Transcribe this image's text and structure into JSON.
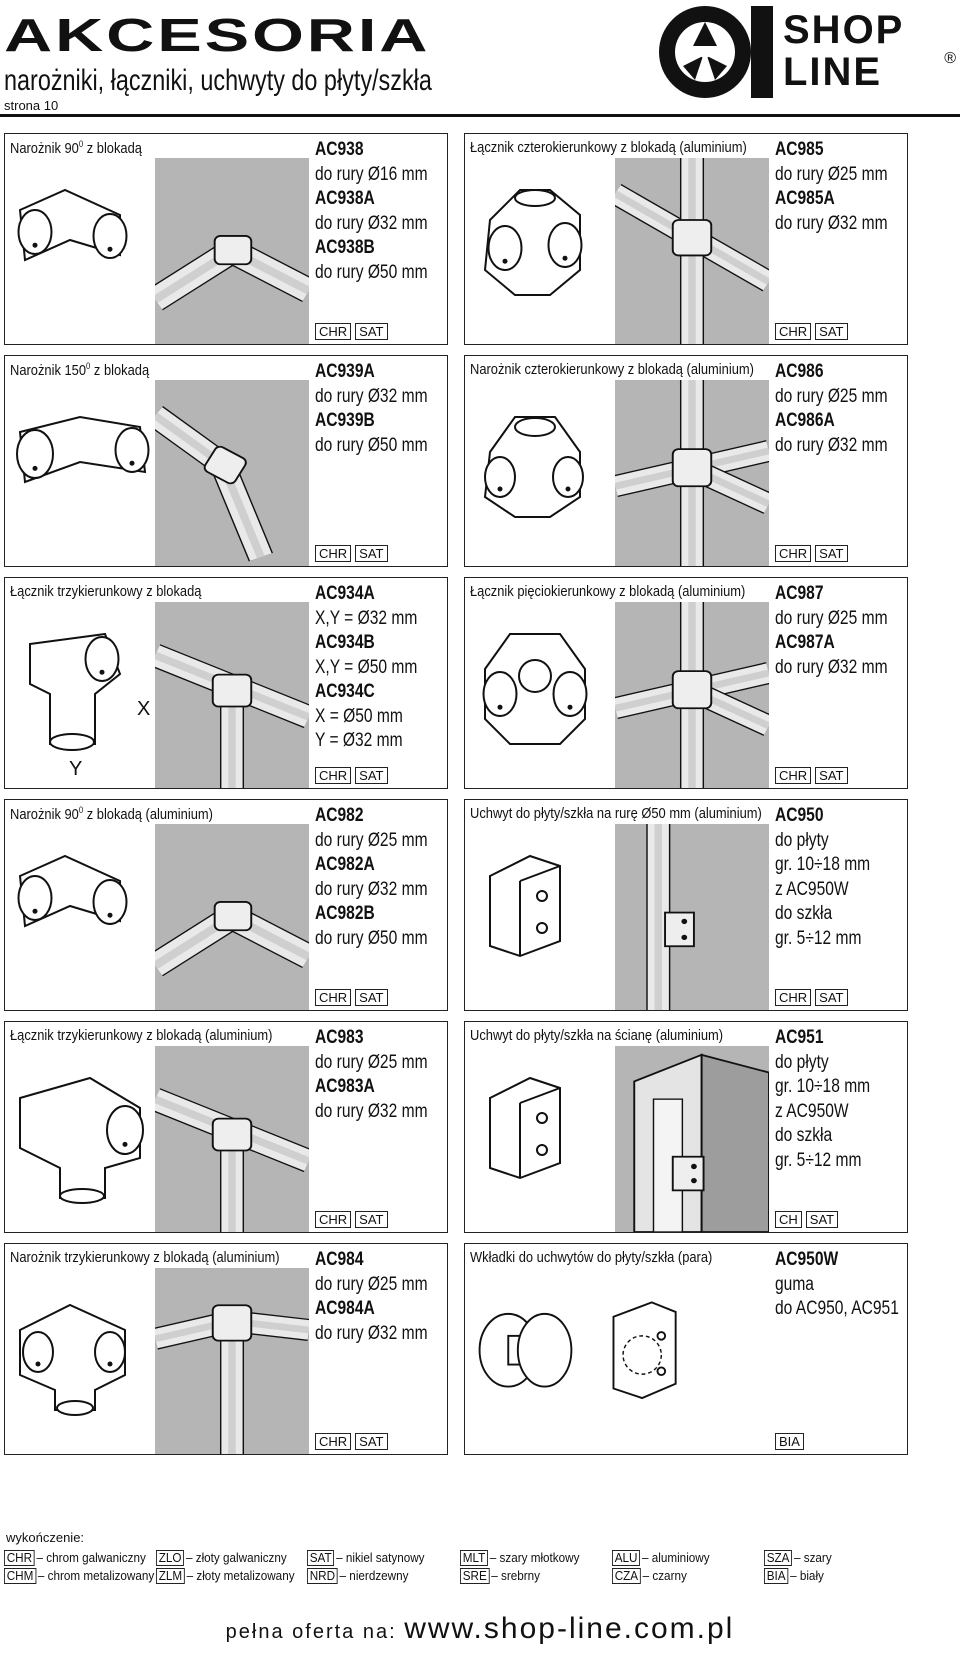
{
  "header": {
    "title": "AKCESORIA",
    "subtitle": "narożniki, łączniki, uchwyty do płyty/szkła",
    "page": "strona 10",
    "logo_top": "SHOP",
    "logo_bottom": "LINE",
    "logo_reg": "®"
  },
  "panels": [
    {
      "title": "Narożnik 90",
      "sup": "0",
      "title_rest": " z blokadą",
      "codes": [
        "AC938",
        "do rury Ø16 mm",
        "AC938A",
        "do rury Ø32 mm",
        "AC938B",
        "do rury Ø50 mm"
      ],
      "finish": [
        "CHR",
        "SAT"
      ]
    },
    {
      "title": "Łącznik czterokierunkowy z blokadą",
      "title_rest": " (aluminium)",
      "codes": [
        "AC985",
        "do rury Ø25 mm",
        "AC985A",
        "do rury Ø32 mm"
      ],
      "finish": [
        "CHR",
        "SAT"
      ]
    },
    {
      "title": "Narożnik 150",
      "sup": "0",
      "title_rest": " z blokadą",
      "codes": [
        "AC939A",
        "do rury Ø32 mm",
        "AC939B",
        "do rury Ø50 mm"
      ],
      "finish": [
        "CHR",
        "SAT"
      ]
    },
    {
      "title": "Narożnik czterokierunkowy z blokadą",
      "title_rest": " (aluminium)",
      "codes": [
        "AC986",
        "do rury Ø25 mm",
        "AC986A",
        "do rury Ø32 mm"
      ],
      "finish": [
        "CHR",
        "SAT"
      ]
    },
    {
      "title": "Łącznik trzykierunkowy z blokadą",
      "title_rest": "",
      "codes": [
        "AC934A",
        "X,Y = Ø32 mm",
        "AC934B",
        "X,Y = Ø50 mm",
        "AC934C",
        "X = Ø50 mm",
        "Y = Ø32 mm"
      ],
      "finish": [
        "CHR",
        "SAT"
      ],
      "dim_x": "X",
      "dim_y": "Y"
    },
    {
      "title": "Łącznik pięciokierunkowy z blokadą",
      "title_rest": " (aluminium)",
      "codes": [
        "AC987",
        "do rury Ø25 mm",
        "AC987A",
        "do rury Ø32 mm"
      ],
      "finish": [
        "CHR",
        "SAT"
      ]
    },
    {
      "title": "Narożnik 90",
      "sup": "0",
      "title_rest": " z blokadą (aluminium)",
      "codes": [
        "AC982",
        "do rury Ø25 mm",
        "AC982A",
        "do rury Ø32 mm",
        "AC982B",
        "do rury Ø50 mm"
      ],
      "finish": [
        "CHR",
        "SAT"
      ]
    },
    {
      "title": "Uchwyt do płyty/szkła na rurę Ø50 mm",
      "title_rest": " (aluminium)",
      "codes": [
        "AC950",
        "do płyty",
        "gr. 10÷18 mm",
        "z AC950W",
        "do szkła",
        "gr. 5÷12 mm"
      ],
      "finish": [
        "CHR",
        "SAT"
      ]
    },
    {
      "title": "Łącznik trzykierunkowy z blokadą",
      "title_rest": " (aluminium)",
      "codes": [
        "AC983",
        "do rury Ø25 mm",
        "AC983A",
        "do rury Ø32 mm"
      ],
      "finish": [
        "CHR",
        "SAT"
      ]
    },
    {
      "title": "Uchwyt do płyty/szkła na ścianę",
      "title_rest": " (aluminium)",
      "codes": [
        "AC951",
        "do płyty",
        "gr. 10÷18 mm",
        "z AC950W",
        "do szkła",
        "gr. 5÷12 mm"
      ],
      "finish": [
        "CH",
        "SAT"
      ]
    },
    {
      "title": "Narożnik trzykierunkowy z blokadą",
      "title_rest": " (aluminium)",
      "codes": [
        "AC984",
        "do rury Ø25 mm",
        "AC984A",
        "do rury Ø32 mm"
      ],
      "finish": [
        "CHR",
        "SAT"
      ]
    },
    {
      "title": "Wkładki do uchwytów do płyty/szkła",
      "title_rest": " (para)",
      "codes": [
        "AC950W",
        "guma",
        "do AC950, AC951"
      ],
      "finish": [
        "BIA"
      ]
    }
  ],
  "legend": {
    "title": "wykończenie:",
    "items": [
      {
        "tag": "CHR",
        "text": "– chrom galwaniczny"
      },
      {
        "tag": "CHM",
        "text": "– chrom metalizowany"
      },
      {
        "tag": "ZLO",
        "text": "– złoty galwaniczny"
      },
      {
        "tag": "ZLM",
        "text": "– złoty metalizowany"
      },
      {
        "tag": "SAT",
        "text": "– nikiel satynowy"
      },
      {
        "tag": "NRD",
        "text": "– nierdzewny"
      },
      {
        "tag": "MLT",
        "text": "– szary młotkowy"
      },
      {
        "tag": "SRE",
        "text": "– srebrny"
      },
      {
        "tag": "ALU",
        "text": "– aluminiowy"
      },
      {
        "tag": "CZA",
        "text": "– czarny"
      },
      {
        "tag": "SZA",
        "text": "– szary"
      },
      {
        "tag": "BIA",
        "text": "– biały"
      }
    ]
  },
  "footer": {
    "prefix": "pełna oferta na: ",
    "url": "www.shop-line.com.pl"
  },
  "colors": {
    "photo_bg": "#b5b5b5",
    "line": "#111111"
  }
}
